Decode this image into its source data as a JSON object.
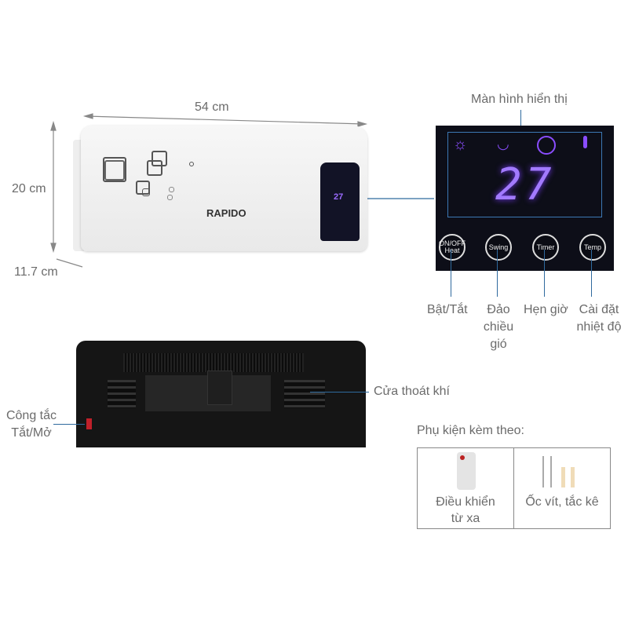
{
  "dimensions": {
    "width": "54 cm",
    "height": "20 cm",
    "depth": "11.7 cm"
  },
  "front": {
    "brand": "RAPIDO",
    "mini_display": "27"
  },
  "panel": {
    "title": "Màn hình hiển thị",
    "temperature": "27",
    "icons": [
      "sun-icon",
      "swing-icon",
      "clock-icon",
      "thermometer-icon"
    ],
    "buttons": [
      {
        "label": "ON/OFF Heat",
        "caption": "Bật/Tắt"
      },
      {
        "label": "Swing",
        "caption": "Đảo chiều gió"
      },
      {
        "label": "Timer",
        "caption": "Hẹn giờ"
      },
      {
        "label": "Temp",
        "caption": "Cài đặt nhiệt độ"
      }
    ],
    "accent": "#8a4dff"
  },
  "back": {
    "outlet_label": "Cửa thoát khí",
    "switch_label_1": "Công tắc",
    "switch_label_2": "Tắt/Mở"
  },
  "accessories": {
    "title": "Phụ kiện kèm theo:",
    "items": [
      {
        "label_1": "Điều khiển",
        "label_2": "từ xa"
      },
      {
        "label_1": "Ốc vít, tắc kê"
      }
    ]
  }
}
